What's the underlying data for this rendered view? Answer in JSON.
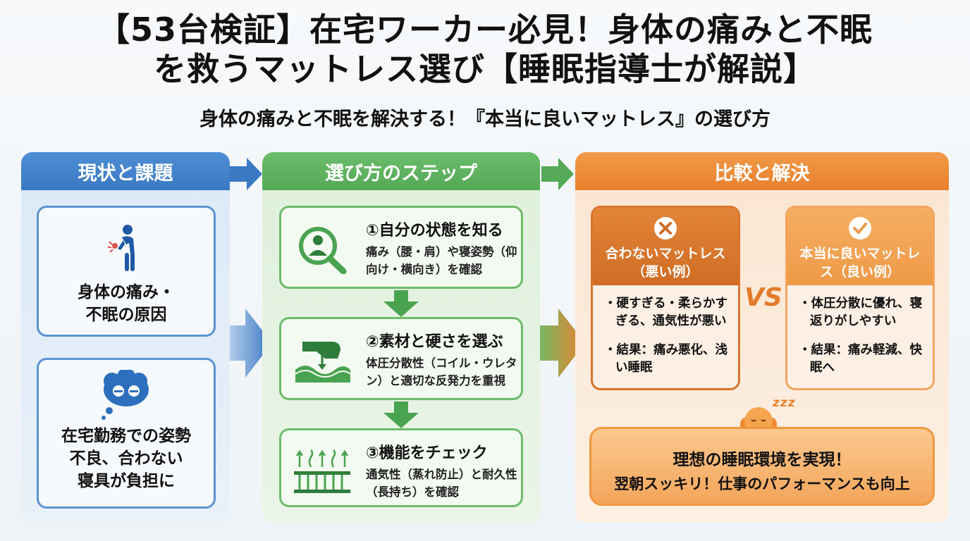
{
  "title": {
    "line1": "【53台検証】在宅ワーカー必見！身体の痛みと不眠",
    "line2": "を救うマットレス選び【睡眠指導士が解説】"
  },
  "subtitle": "身体の痛みと不眠を解決する！『本当に良いマットレス』の選び方",
  "panels": {
    "current": {
      "header": "現状と課題",
      "cards": [
        {
          "icon": "back-pain-person-icon",
          "lines": [
            "身体の痛み・",
            "不眠の原因"
          ]
        },
        {
          "icon": "tired-thought-bubble-icon",
          "lines": [
            "在宅勤務での姿勢",
            "不良、合わない",
            "寝具が負担に"
          ]
        }
      ]
    },
    "steps": {
      "header": "選び方のステップ",
      "items": [
        {
          "icon": "magnifier-person-icon",
          "title": "①自分の状態を知る",
          "desc": "痛み（腰・肩）や寝姿勢（仰向け・横向き）を確認"
        },
        {
          "icon": "hand-pressing-mattress-icon",
          "title": "②素材と硬さを選ぶ",
          "desc": "体圧分散性（コイル・ウレタン）と適切な反発力を重視"
        },
        {
          "icon": "breathable-coil-icon",
          "title": "③機能をチェック",
          "desc": "通気性（蒸れ防止）と耐久性（長持ち）を確認"
        }
      ]
    },
    "compare": {
      "header": "比較と解決",
      "bad": {
        "icon": "x-circle-icon",
        "title_lines": [
          "合わないマットレス",
          "（悪い例）"
        ],
        "points": [
          "・硬すぎる・柔らかすぎる、通気性が悪い",
          "・結果：痛み悪化、浅い睡眠"
        ]
      },
      "vs": "VS",
      "good": {
        "icon": "check-circle-icon",
        "title_lines": [
          "本当に良いマットレ",
          "ス（良い例）"
        ],
        "points": [
          "・体圧分散に優れ、寝返りがしやすい",
          "・結果：痛み軽減、快眠へ"
        ]
      },
      "result": {
        "icon": "sleeping-face-icon",
        "zzz": "zzz",
        "line1": "理想の睡眠環境を実現！",
        "line2": "翌朝スッキリ！仕事のパフォーマンスも向上"
      }
    }
  },
  "colors": {
    "blue": "#3a78c2",
    "green": "#55a957",
    "orange": "#e9812e"
  }
}
